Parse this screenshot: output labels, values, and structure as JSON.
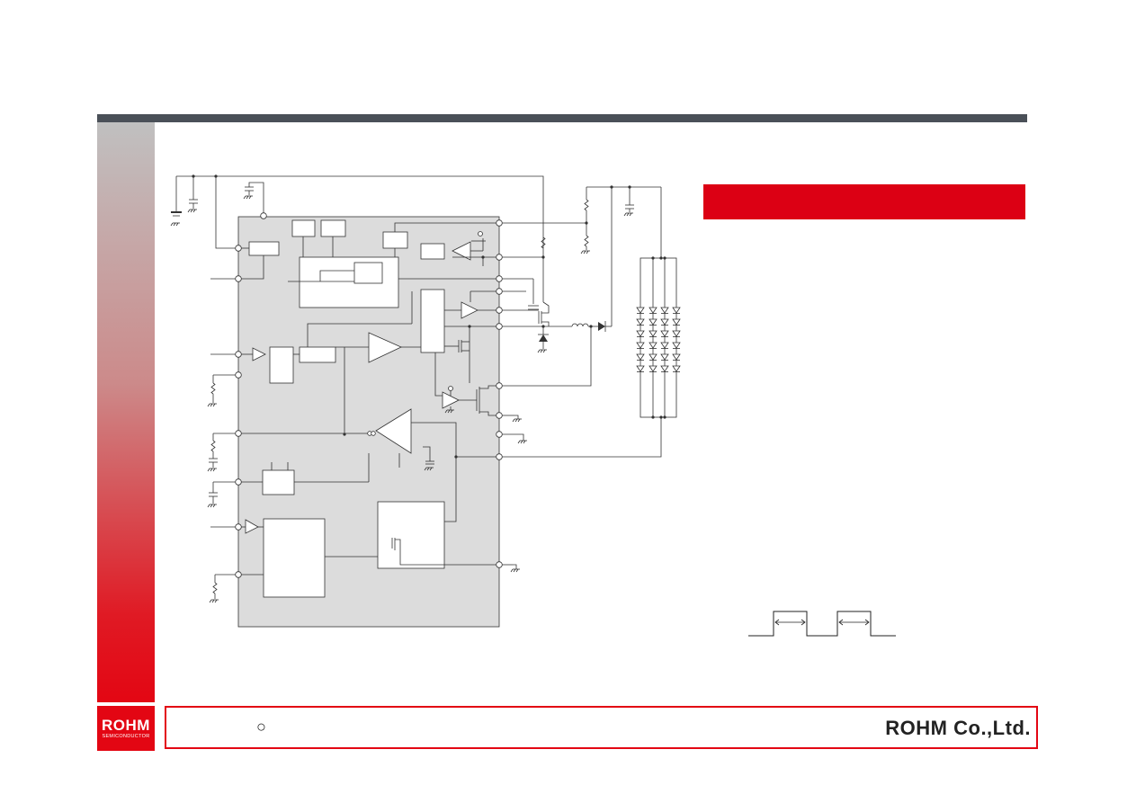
{
  "logo": {
    "main": "ROHM",
    "sub": "SEMICONDUCTOR"
  },
  "footer": {
    "circle_mark": "○",
    "company": "ROHM Co.,Ltd."
  },
  "colors": {
    "accent": "#e30613",
    "banner": "#dc0014",
    "top_bar": "#4a5058",
    "ic_fill": "#dcdcdc"
  }
}
